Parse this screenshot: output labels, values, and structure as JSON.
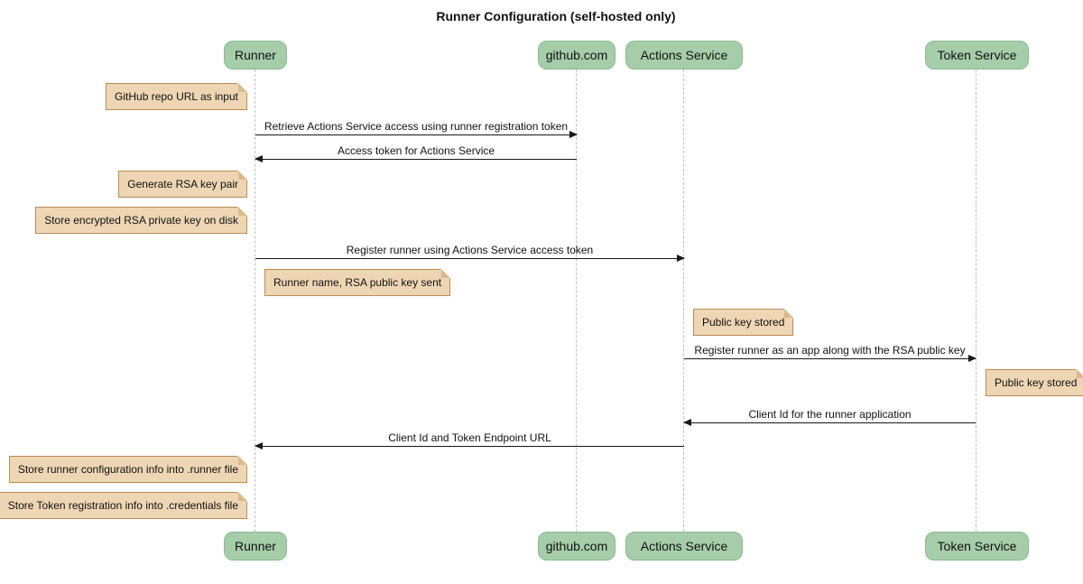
{
  "title": "Runner Configuration (self-hosted only)",
  "diagram_type": "sequence",
  "participants": [
    {
      "id": "runner",
      "label": "Runner"
    },
    {
      "id": "github",
      "label": "github.com"
    },
    {
      "id": "actions_service",
      "label": "Actions Service"
    },
    {
      "id": "token_service",
      "label": "Token Service"
    }
  ],
  "messages": [
    {
      "step": 1,
      "from": "runner",
      "to": "github",
      "label": "Retrieve Actions Service access using runner registration token"
    },
    {
      "step": 2,
      "from": "github",
      "to": "runner",
      "label": "Access token for Actions Service"
    },
    {
      "step": 3,
      "from": "runner",
      "to": "actions_service",
      "label": "Register runner using Actions Service access token"
    },
    {
      "step": 4,
      "from": "actions_service",
      "to": "token_service",
      "label": "Register runner as an app along with the RSA public key"
    },
    {
      "step": 5,
      "from": "token_service",
      "to": "actions_service",
      "label": "Client Id for the runner application"
    },
    {
      "step": 6,
      "from": "actions_service",
      "to": "runner",
      "label": "Client Id and Token Endpoint URL"
    }
  ],
  "notes": [
    {
      "text": "GitHub repo URL as input",
      "anchor": "runner",
      "side": "left"
    },
    {
      "text": "Generate RSA key pair",
      "anchor": "runner",
      "side": "left"
    },
    {
      "text": "Store encrypted RSA private key on disk",
      "anchor": "runner",
      "side": "left"
    },
    {
      "text": "Runner name, RSA public key sent",
      "anchor": "runner",
      "side": "right"
    },
    {
      "text": "Public key stored",
      "anchor": "actions_service",
      "side": "right"
    },
    {
      "text": "Public key stored",
      "anchor": "token_service",
      "side": "right"
    },
    {
      "text": "Store runner configuration info into .runner file",
      "anchor": "runner",
      "side": "left"
    },
    {
      "text": "Store Token registration info into .credentials file",
      "anchor": "runner",
      "side": "left"
    }
  ],
  "colors": {
    "background": "#FFFFFF",
    "participant_fill": "#A6CDA9",
    "participant_border": "#8BBB90",
    "note_fill": "#EED6B4",
    "note_border": "#BB8B55",
    "lifeline": "#BFBFBF",
    "arrow": "#181818",
    "text": "#111111"
  }
}
